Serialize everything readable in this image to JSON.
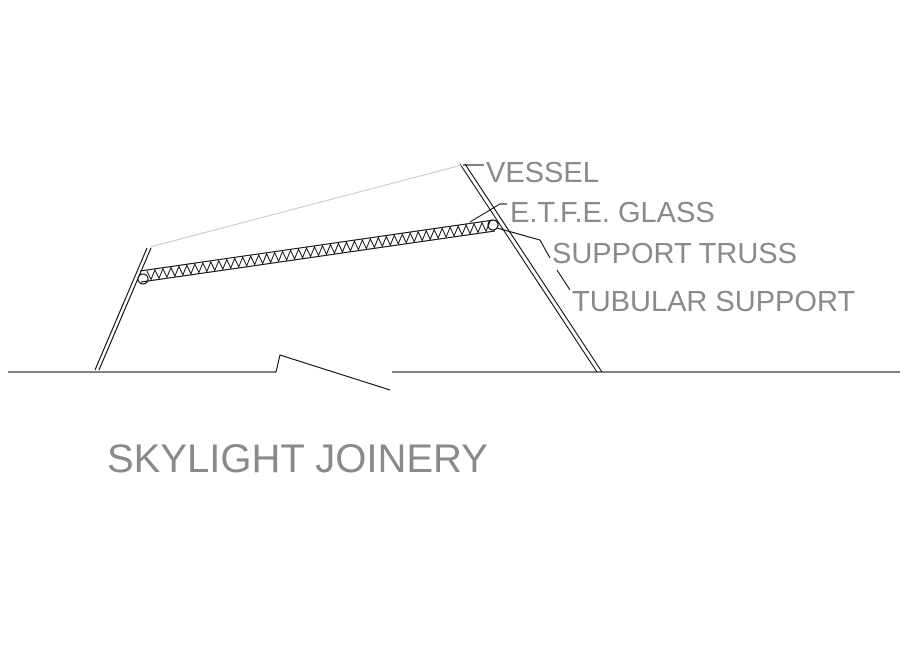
{
  "drawing": {
    "callouts": {
      "vessel": "VESSEL",
      "etfe_glass": "E.T.F.E. GLASS",
      "support_truss": "SUPPORT TRUSS",
      "tubular_support": "TUBULAR SUPPORT"
    },
    "title": "SKYLIGHT JOINERY",
    "colors": {
      "linework": "#000000",
      "text": "#8a8a8a",
      "faint_line": "#c8c8c8",
      "background": "#ffffff"
    }
  }
}
